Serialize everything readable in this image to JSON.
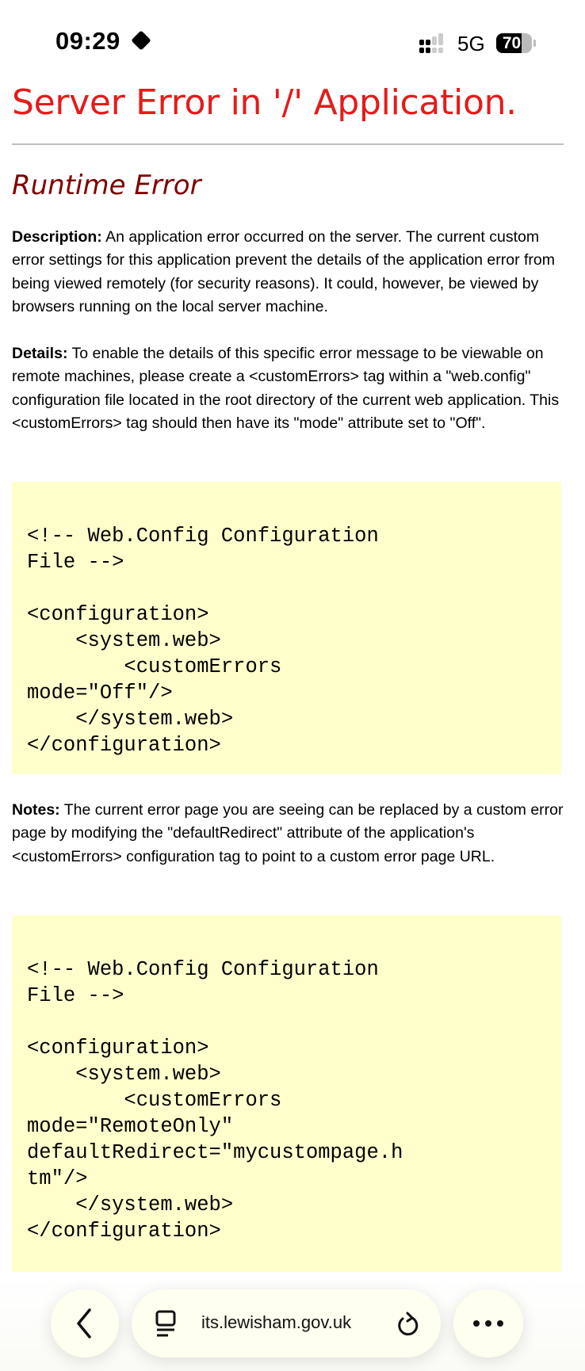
{
  "status_bar": {
    "time": "09:29",
    "network": "5G",
    "battery": "70",
    "battery_level": 0.7
  },
  "page": {
    "title": "Server Error in '/' Application.",
    "subtitle": "Runtime Error",
    "description_label": "Description:",
    "description": " An application error occurred on the server. The current custom error settings for this application prevent the details of the application error from being viewed remotely (for security reasons). It could, however, be viewed by browsers running on the local server machine.",
    "details_label": "Details:",
    "details": " To enable the details of this specific error message to be viewable on remote machines, please create a <customErrors> tag within a \"web.config\" configuration file located in the root directory of the current web application. This <customErrors> tag should then have its \"mode\" attribute set to \"Off\".",
    "code1": "<!-- Web.Config Configuration\nFile -->\n\n<configuration>\n    <system.web>\n        <customErrors\nmode=\"Off\"/>\n    </system.web>\n</configuration>",
    "notes_label": "Notes:",
    "notes": " The current error page you are seeing can be replaced by a custom error page by modifying the \"defaultRedirect\" attribute of the application's <customErrors> configuration tag to point to a custom error page URL.",
    "code2": "<!-- Web.Config Configuration\nFile -->\n\n<configuration>\n    <system.web>\n        <customErrors\nmode=\"RemoteOnly\"\ndefaultRedirect=\"mycustompage.h\ntm\"/>\n    </system.web>\n</configuration>"
  },
  "browser": {
    "url": "its.lewisham.gov.uk"
  }
}
